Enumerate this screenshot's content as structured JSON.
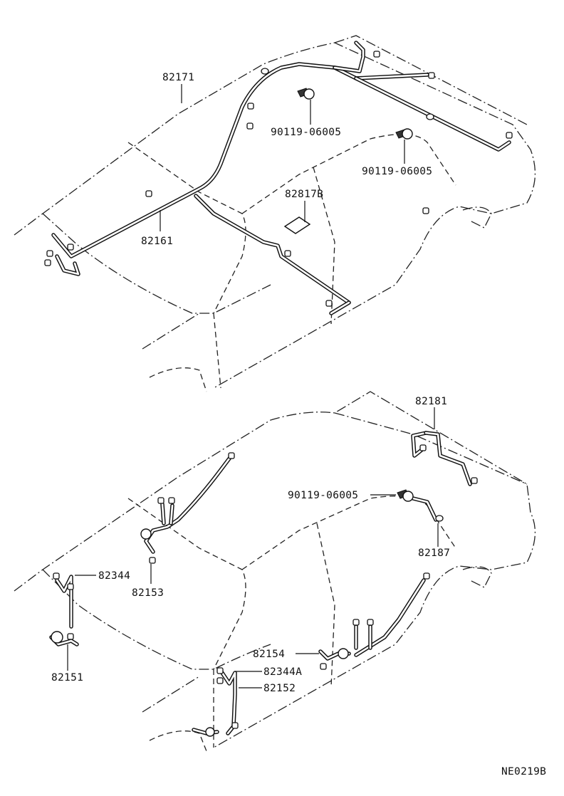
{
  "diagram": {
    "top_view": {
      "labels": {
        "p82171": "82171",
        "p90119_a": "90119-06005",
        "p90119_b": "90119-06005",
        "p82817b": "82817B",
        "p82161": "82161"
      }
    },
    "bottom_view": {
      "labels": {
        "p82181": "82181",
        "p90119_c": "90119-06005",
        "p82187": "82187",
        "p82344": "82344",
        "p82153": "82153",
        "p82151": "82151",
        "p82154": "82154",
        "p82344a": "82344A",
        "p82152": "82152"
      }
    },
    "figure_code": "NE0219B"
  }
}
